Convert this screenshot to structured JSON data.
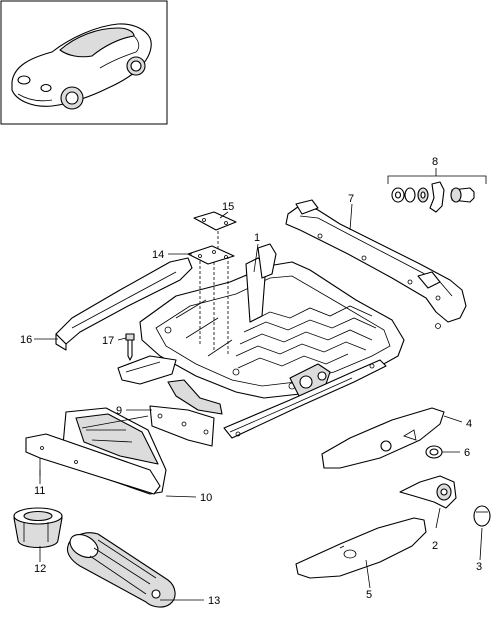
{
  "vehicle_thumbnail": {
    "icon": "car-thumbnail-icon"
  },
  "callouts": {
    "c1": "1",
    "c2": "2",
    "c3": "3",
    "c4": "4",
    "c5": "5",
    "c6": "6",
    "c7": "7",
    "c8": "8",
    "c9": "9",
    "c10": "10",
    "c11": "11",
    "c12": "12",
    "c13": "13",
    "c14": "14",
    "c15": "15",
    "c16": "16",
    "c17": "17"
  }
}
